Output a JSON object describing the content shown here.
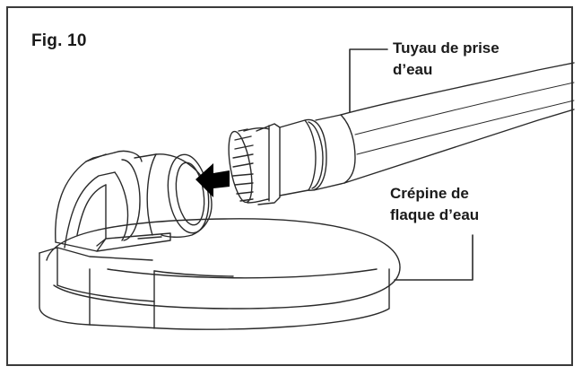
{
  "figure": {
    "title": "Fig. 10"
  },
  "labels": {
    "hose": {
      "line1": "Tuyau de prise",
      "line2": "d’eau"
    },
    "strainer": {
      "line1": "Crépine de",
      "line2": "flaque d’eau"
    }
  },
  "colors": {
    "line": "#2a2a2a",
    "frame": "#3a3a3a",
    "arrow": "#000000"
  },
  "icons": {
    "arrow": "arrow-left-icon"
  }
}
